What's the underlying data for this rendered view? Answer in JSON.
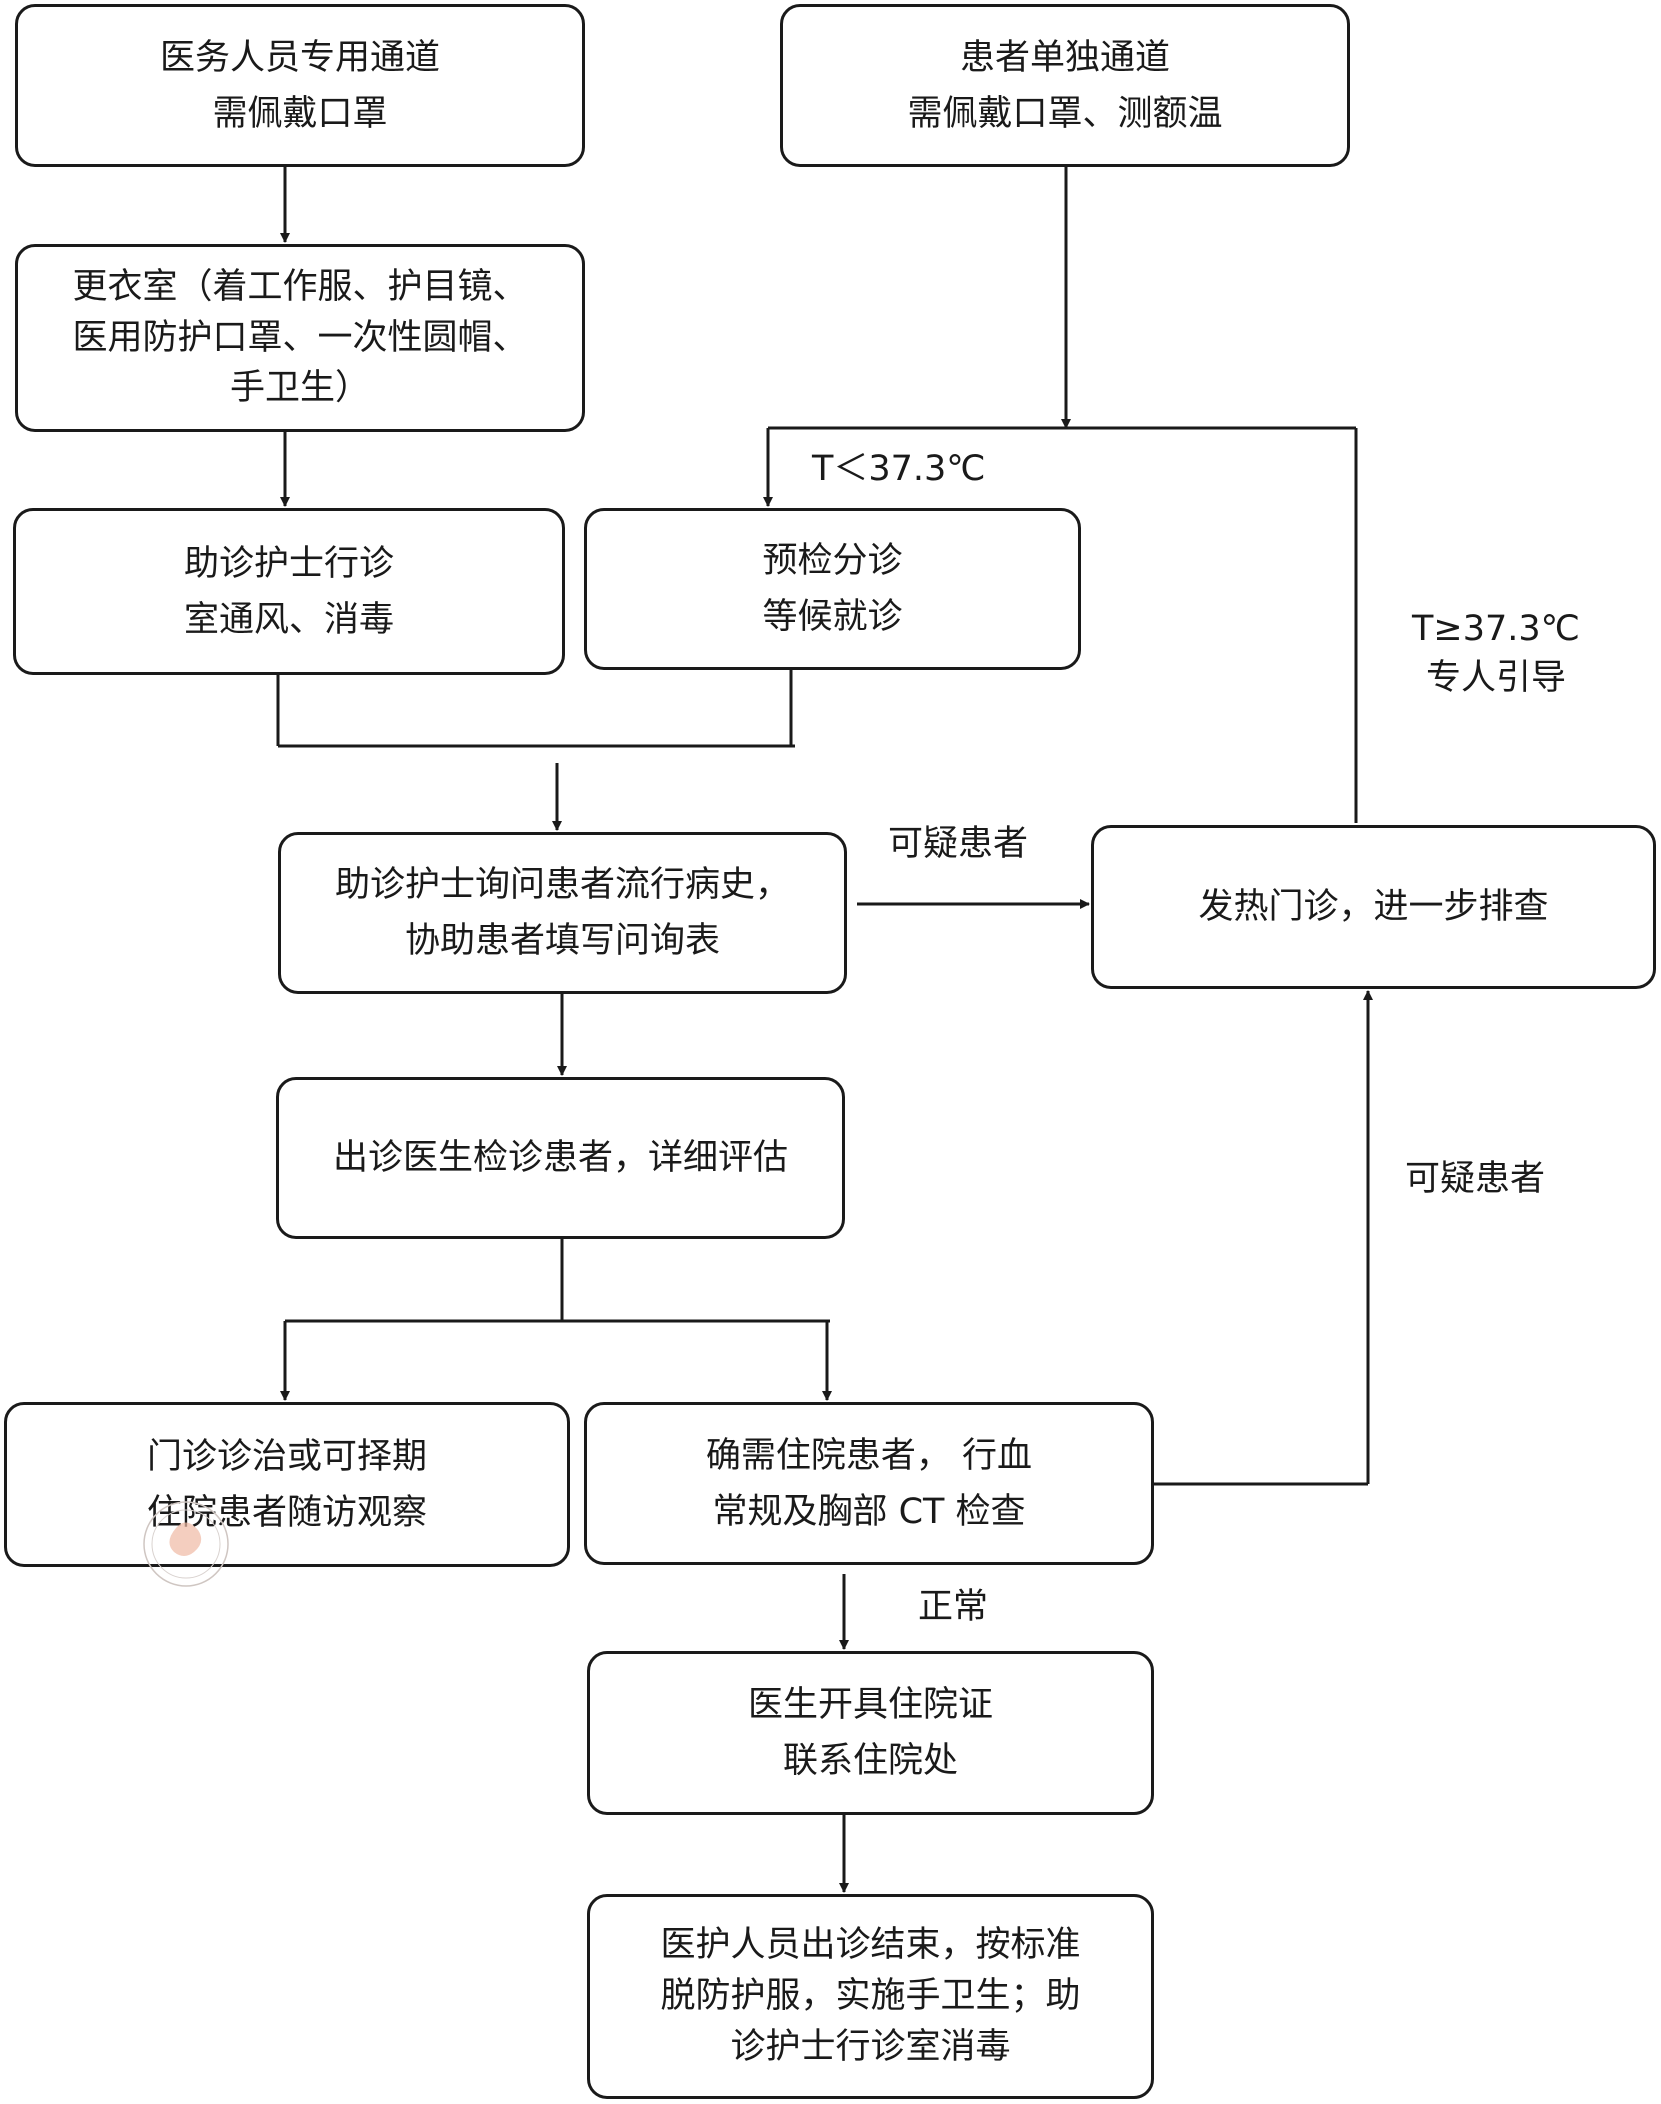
{
  "nodes": {
    "staff_channel": [
      "医务人员专用通道",
      "需佩戴口罩"
    ],
    "patient_channel": [
      "患者单独通道",
      "需佩戴口罩、测额温"
    ],
    "changing_room": [
      "更衣室（着工作服、护目镜、",
      "医用防护口罩、一次性圆帽、",
      "手卫生）"
    ],
    "nurse_ventilate": [
      "助诊护士行诊",
      "室通风、消毒"
    ],
    "triage": [
      "预检分诊",
      "等候就诊"
    ],
    "nurse_inquire": [
      "助诊护士询问患者流行病史，",
      "协助患者填写问询表"
    ],
    "doctor_exam": [
      "出诊医生检诊患者，详细评估"
    ],
    "outpatient": [
      "门诊诊治或可择期",
      "住院患者随访观察"
    ],
    "admission_check": [
      "确需住院患者， 行血",
      "常规及胸部 CT 检查"
    ],
    "fever_clinic": [
      "发热门诊，进一步排查"
    ],
    "admission_cert": [
      "医生开具住院证",
      "联系住院处"
    ],
    "end": [
      "医护人员出诊结束，按标准",
      "脱防护服，实施手卫生；助",
      "诊护士行诊室消毒"
    ]
  },
  "edge_labels": {
    "temp_normal": "T＜37.3℃",
    "temp_high": [
      "T≥37.3℃",
      "专人引导"
    ],
    "suspect_1": "可疑患者",
    "suspect_2": "可疑患者",
    "normal": "正常"
  },
  "colors": {
    "line": "#1a1a1a",
    "watermark": "#f0b9a4"
  }
}
